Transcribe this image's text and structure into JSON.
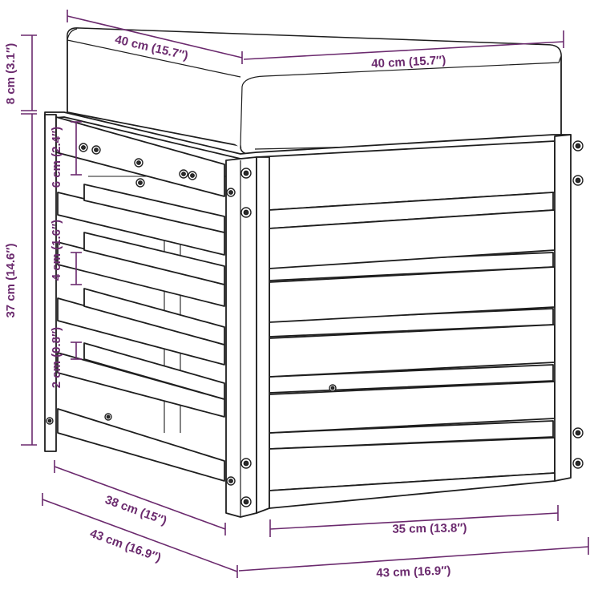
{
  "diagram": {
    "colors": {
      "dimension": "#6b2a6e",
      "outline": "#1e1e1e",
      "background": "#ffffff"
    },
    "dimensions": {
      "cushion_left_width": "40 cm (15.7″)",
      "cushion_right_width": "40 cm (15.7″)",
      "cushion_height": "8 cm (3.1″)",
      "frame_height": "37 cm (14.6″)",
      "top_gap": "6 cm (2.4″)",
      "slat_gap": "4 cm (1.6″)",
      "slat_spacing": "2 cm (0.8″)",
      "inner_depth": "38 cm (15″)",
      "outer_depth": "43 cm (16.9″)",
      "inner_width": "35 cm (13.8″)",
      "outer_width": "43 cm (16.9″)"
    }
  }
}
